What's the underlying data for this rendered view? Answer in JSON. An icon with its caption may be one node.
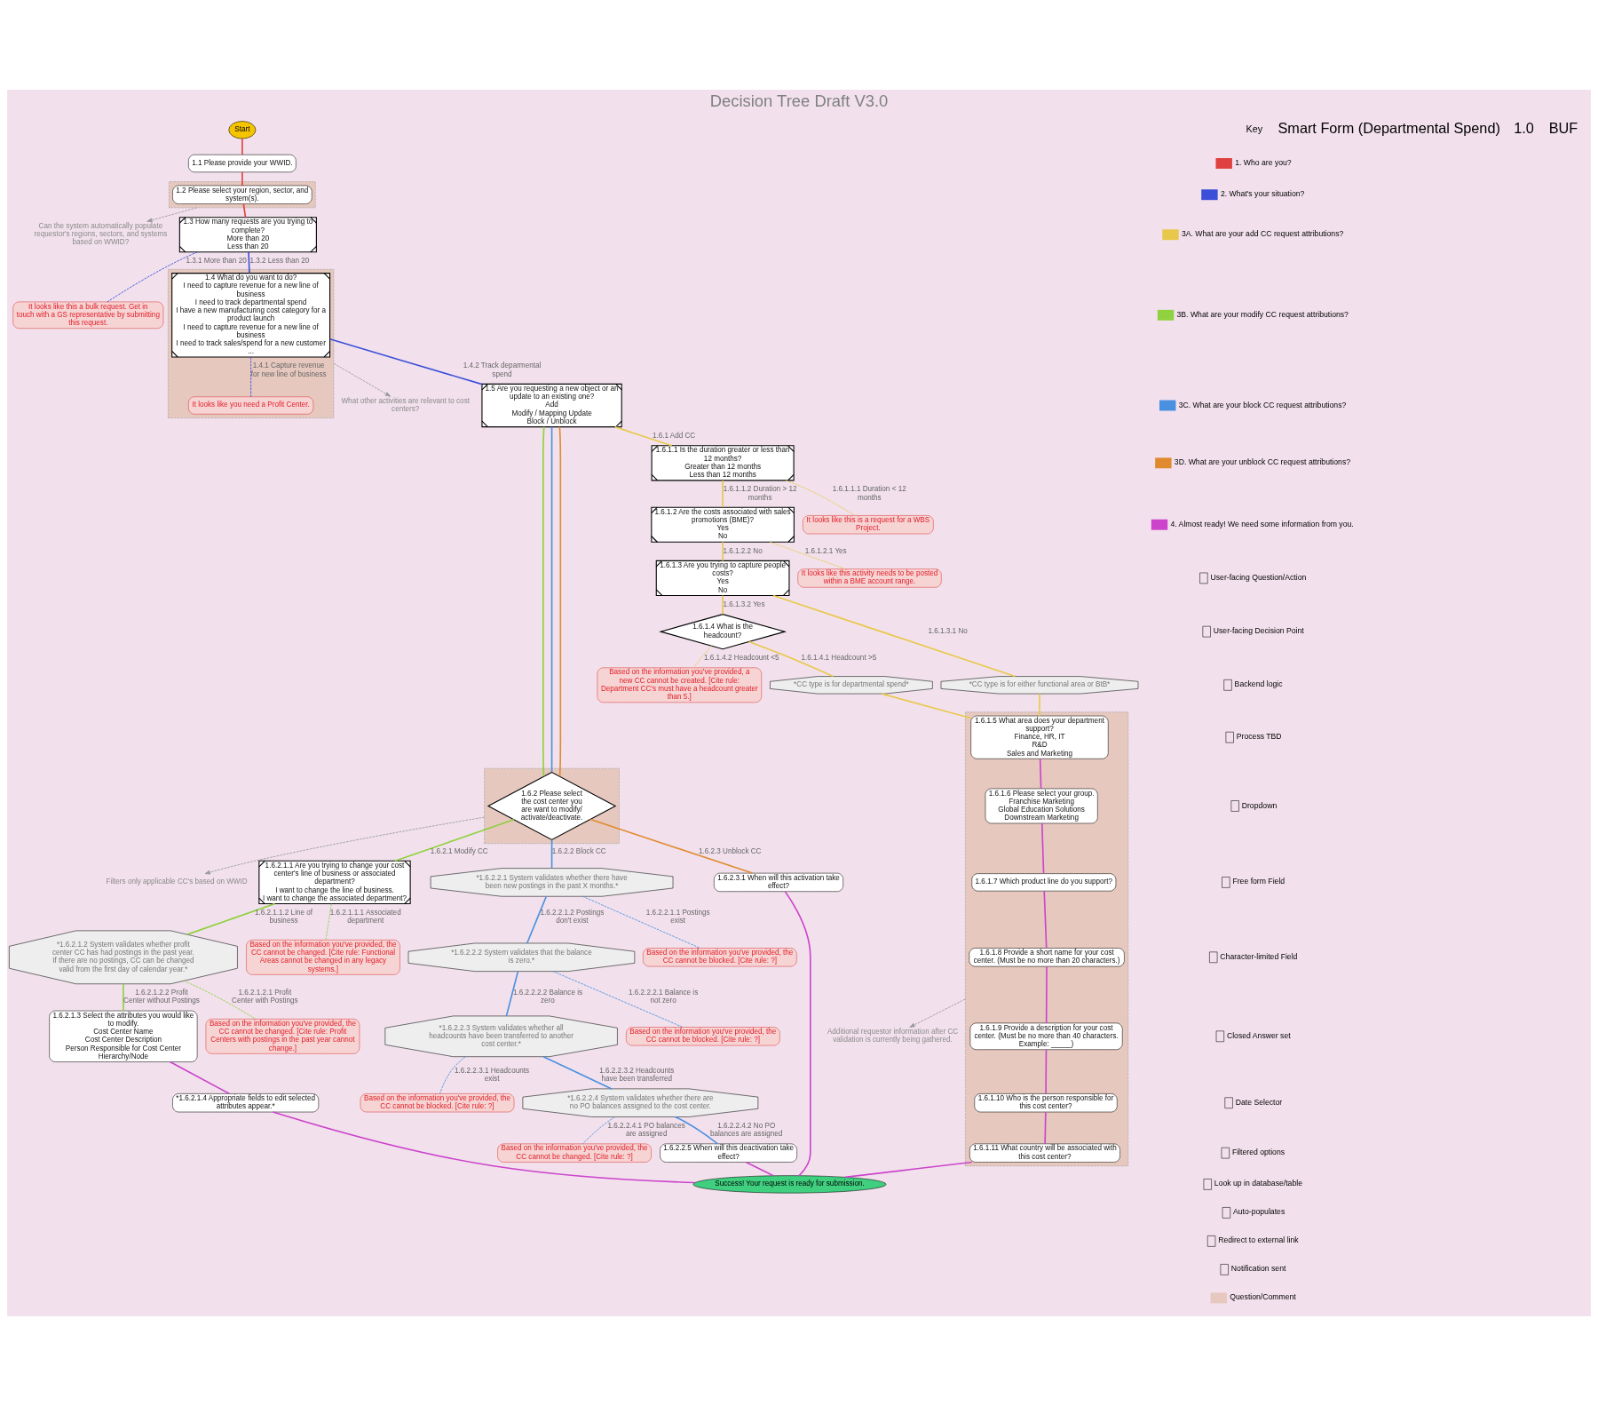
{
  "diagram": {
    "title": "Decision Tree Draft V3.0",
    "nodes": [
      {
        "text": [
          "Start"
        ]
      },
      {
        "text": [
          "1.1 Please provide your WWID."
        ]
      },
      {
        "text": [],
        "shape": "box"
      },
      {
        "text": [
          "1.2 Please select your region, sector, and system(s)."
        ],
        "in": 2
      },
      {
        "text": [
          "Can the system automatically populate requestor's regions, sectors, and systems based on WWID?"
        ]
      },
      {
        "text": [
          "1.3 How many requests are you trying to complete?",
          "More than 20",
          "Less than 20"
        ]
      },
      {
        "text": [
          "It looks like this a bulk request. Get in touch with a GS representative by submitting this request."
        ]
      },
      {
        "text": [],
        "shape": "box"
      },
      {
        "text": [
          "It looks like you need a Profit Center."
        ],
        "in": 7
      },
      {
        "text": [
          "1.4 What do you want to do?",
          "I need to capture revenue for a new line of business",
          "I need to track departmental spend",
          "I have a new manufacturing cost category for a product launch",
          "I need to capture revenue for a new line of business",
          "I need to track sales/spend for a new customer",
          "..."
        ],
        "in": 7
      },
      {
        "text": [
          "What other activities are relevant to cost centers?"
        ]
      },
      {
        "text": [
          "1.5 Are you requesting a new object or an update to an existing one?",
          "Add",
          "Modify / Mapping Update",
          "Block / Unblock"
        ]
      },
      {
        "text": [
          "Filters only applicable CC's based on WWID"
        ]
      },
      {
        "text": [],
        "shape": "box"
      },
      {
        "text": [
          "1.6.2 Please select the cost center you are want to modify/ activate/deactivate."
        ],
        "in": 13
      },
      {
        "text": [
          "1.6.1.1 Is the duration greater or less than 12 months?",
          "Greater than 12 months",
          "Less than 12 months"
        ]
      },
      {
        "text": [
          "It looks like this is a request for a WBS Project."
        ]
      },
      {
        "text": [
          "1.6.1.2 Are the costs associated with sales promotions (BME)?",
          "Yes",
          "No"
        ]
      },
      {
        "text": [
          "It looks like this activity needs to be posted within a BME account range."
        ]
      },
      {
        "text": [
          "1.6.1.3 Are you trying to capture people costs?",
          "Yes",
          "No"
        ]
      },
      {
        "text": [
          "*CC type is for either functional area or BtB*"
        ]
      },
      {
        "text": [
          "1.6.1.4 What is the headcount?"
        ]
      },
      {
        "text": [
          "*CC type is for departmental spend*"
        ]
      },
      {
        "text": [
          "Based on the information you've provided, a new CC cannot be created. [Cite rule: Department CC's must have a headcount greater than 5.]"
        ]
      },
      {
        "text": [],
        "shape": "box"
      },
      {
        "text": [
          "1.6.1.5 What area does your department support?",
          "Finance, HR, IT",
          "R&D",
          "Sales and Marketing"
        ],
        "in": 24
      },
      {
        "text": [
          "1.6.1.6 Please select your group.",
          "Franchise Marketing",
          "Global Education Solutions",
          "Downstream Marketing"
        ],
        "in": 24
      },
      {
        "text": [
          "1.6.1.7 Which product line do you support?"
        ],
        "in": 24
      },
      {
        "text": [
          "1.6.1.8 Provide a short name for your cost center. (Must be no more than 20 characters.)"
        ],
        "in": 24
      },
      {
        "text": [
          "1.6.1.9 Provide a description for your cost center. (Must be no more than 40 characters. Example: _____)"
        ],
        "in": 24
      },
      {
        "text": [
          "1.6.1.10 Who is the person responsible for this cost center?"
        ],
        "in": 24
      },
      {
        "text": [
          "1.6.1.11 What country will be associated with this cost center?"
        ],
        "in": 24
      },
      {
        "text": [
          "Additional requestor information after CC validation is currently being gathered."
        ]
      },
      {
        "text": [
          "1.6.2.1.1 Are you trying to change your cost center's line of business or associated department?",
          "I want to change the line of business.",
          "I want to change the associated department?"
        ]
      },
      {
        "text": [
          "Based on the information you've provided, the CC cannot be changed. [Cite rule: Functional Areas cannot be changed in any legacy systems.]"
        ]
      },
      {
        "text": [
          "*1.6.2.1.2 System validates whether profit center CC has had postings in the past year. If there are no postings, CC can be changed valid from the first day of calendar year.*"
        ]
      },
      {
        "text": [
          "Based on the information you've provided, the CC cannot be changed. [Cite rule: Profit Centers with postings in the past year cannot change.]"
        ]
      },
      {
        "text": [
          "1.6.2.1.3 Select the attributes you would like to modify.",
          "Cost Center Name",
          "Cost Center Description",
          "Person Responsible for Cost Center",
          "Hierarchy/Node"
        ]
      },
      {
        "text": [
          "*1.6.2.1.4 Appropriate fields to edit selected attributes appear.*"
        ]
      },
      {
        "text": [
          "*1.6.2.2.1 System validates whether there have been new postings in the past X months.*"
        ]
      },
      {
        "text": [
          "Based on the information you've provided, the CC cannot be blocked. [Cite rule: ?]"
        ]
      },
      {
        "text": [
          "*1.6.2.2.2 System validates that the balance is zero.*"
        ]
      },
      {
        "text": [
          "Based on the information you've provided, the CC cannot be blocked. [Cite rule: ?]"
        ]
      },
      {
        "text": [
          "*1.6.2.2.3 System validates whether all headcounts have been transferred to another cost center.*"
        ]
      },
      {
        "text": [
          "Based on the information you've provided, the CC cannot be blocked. [Cite rule: ?]"
        ]
      },
      {
        "text": [
          "*1.6.2.2.4 System validates whether there are no PO balances assigned to the cost center."
        ]
      },
      {
        "text": [
          "Based on the information you've provided, the CC cannot be changed. [Cite rule: ?]"
        ]
      },
      {
        "text": [
          "1.6.2.2.5 When will this deactivation take effect?"
        ]
      },
      {
        "text": [
          "1.6.2.3.1 When will this activation take effect?"
        ]
      },
      {
        "text": [
          "Success! Your request is ready for submission."
        ]
      }
    ],
    "edges": [
      {
        "from": 0,
        "to": 1,
        "arrow": "none",
        "color": "#e04040"
      },
      {
        "from": 1,
        "to": 3,
        "arrow": "none",
        "color": "#e04040"
      },
      {
        "from": 3,
        "to": 5,
        "arrow": "none",
        "color": "#e04040"
      },
      {
        "from": 2,
        "to": 4,
        "arrow": "to",
        "style": "dashed",
        "color": "#9a9a9a"
      },
      {
        "from": 5,
        "to": 6,
        "label": "1.3.1 More than 20",
        "arrow": "none",
        "style": "dashed",
        "color": "#3b4fd8"
      },
      {
        "from": 5,
        "to": 9,
        "label": "1.3.2 Less than 20",
        "arrow": "none",
        "color": "#3b4fd8"
      },
      {
        "from": 9,
        "to": 8,
        "label": "1.4.1 Capture revenue for new line of business",
        "arrow": "none",
        "style": "dashed",
        "color": "#3b4fd8"
      },
      {
        "from": 7,
        "to": 10,
        "arrow": "to",
        "style": "dashed",
        "color": "#9a9a9a"
      },
      {
        "from": 9,
        "to": 11,
        "label": "1.4.2 Track deparmental spend",
        "arrow": "none",
        "color": "#3b4fd8"
      },
      {
        "from": 11,
        "to": 15,
        "label": "1.6.1 Add CC",
        "arrow": "none",
        "color": "#e8c84a"
      },
      {
        "from": 11,
        "to": 14,
        "arrow": "none",
        "color": "#8fd13f"
      },
      {
        "from": 11,
        "to": 14,
        "arrow": "none",
        "color": "#4a90e0"
      },
      {
        "from": 11,
        "to": 14,
        "arrow": "none",
        "color": "#e08a30"
      },
      {
        "from": 13,
        "to": 12,
        "arrow": "to",
        "style": "dashed",
        "color": "#9a9a9a"
      },
      {
        "from": 15,
        "to": 16,
        "label": "1.6.1.1.1 Duration < 12 months",
        "arrow": "none",
        "style": "dashed",
        "color": "#e8c84a"
      },
      {
        "from": 15,
        "to": 17,
        "label": "1.6.1.1.2 Duration > 12 months",
        "arrow": "none",
        "color": "#e8c84a"
      },
      {
        "from": 17,
        "to": 18,
        "label": "1.6.1.2.1 Yes",
        "arrow": "none",
        "style": "dashed",
        "color": "#e8c84a"
      },
      {
        "from": 17,
        "to": 19,
        "label": "1.6.1.2.2 No",
        "arrow": "none",
        "color": "#e8c84a"
      },
      {
        "from": 19,
        "to": 20,
        "label": "1.6.1.3.1 No",
        "arrow": "none",
        "color": "#e8c84a"
      },
      {
        "from": 19,
        "to": 21,
        "label": "1.6.1.3.2 Yes",
        "arrow": "none",
        "color": "#e8c84a"
      },
      {
        "from": 21,
        "to": 22,
        "label": "1.6.1.4.1 Headcount >5",
        "arrow": "none",
        "color": "#e8c84a"
      },
      {
        "from": 21,
        "to": 23,
        "label": "1.6.1.4.2 Headcount <5",
        "arrow": "none",
        "style": "dashed",
        "color": "#e8c84a"
      },
      {
        "from": 20,
        "to": 25,
        "arrow": "none",
        "color": "#e8c84a"
      },
      {
        "from": 22,
        "to": 25,
        "arrow": "none",
        "color": "#e8c84a"
      },
      {
        "from": 25,
        "to": 26,
        "arrow": "none",
        "color": "#cc44cc"
      },
      {
        "from": 26,
        "to": 27,
        "arrow": "none",
        "color": "#cc44cc"
      },
      {
        "from": 27,
        "to": 28,
        "arrow": "none",
        "color": "#cc44cc"
      },
      {
        "from": 28,
        "to": 29,
        "arrow": "none",
        "color": "#cc44cc"
      },
      {
        "from": 29,
        "to": 30,
        "arrow": "none",
        "color": "#cc44cc"
      },
      {
        "from": 30,
        "to": 31,
        "arrow": "none",
        "color": "#cc44cc"
      },
      {
        "from": 24,
        "to": 32,
        "arrow": "to",
        "style": "dashed",
        "color": "#9a9a9a"
      },
      {
        "from": 14,
        "to": 33,
        "label": "1.6.2.1 Modify CC",
        "arrow": "none",
        "color": "#8fd13f"
      },
      {
        "from": 33,
        "to": 34,
        "label": "1.6.2.1.1.1 Associated department",
        "arrow": "none",
        "style": "dashed",
        "color": "#8fd13f"
      },
      {
        "from": 33,
        "to": 35,
        "label": "1.6.2.1.1.2 Line of business",
        "arrow": "none",
        "color": "#8fd13f"
      },
      {
        "from": 35,
        "to": 36,
        "label": "1.6.2.1.2.1 Profit Center with Postings",
        "arrow": "none",
        "style": "dashed",
        "color": "#8fd13f"
      },
      {
        "from": 35,
        "to": 37,
        "label": "1.6.2.1.2.2 Profit Center without Postings",
        "arrow": "none",
        "color": "#8fd13f"
      },
      {
        "from": 37,
        "to": 38,
        "arrow": "none",
        "color": "#cc44cc"
      },
      {
        "from": 14,
        "to": 39,
        "label": "1.6.2.2 Block CC",
        "arrow": "none",
        "color": "#4a90e0"
      },
      {
        "from": 39,
        "to": 40,
        "label": "1.6.2.2.1.1 Postings exist",
        "arrow": "none",
        "style": "dashed",
        "color": "#4a90e0"
      },
      {
        "from": 39,
        "to": 41,
        "label": "1.6.2.2.1.2 Postings don't exist",
        "arrow": "none",
        "color": "#4a90e0"
      },
      {
        "from": 41,
        "to": 42,
        "label": "1.6.2.2.2.1 Balance is not zero",
        "arrow": "none",
        "style": "dashed",
        "color": "#4a90e0"
      },
      {
        "from": 41,
        "to": 43,
        "label": "1.6.2.2.2.2 Balance is zero",
        "arrow": "none",
        "color": "#4a90e0"
      },
      {
        "from": 43,
        "to": 44,
        "label": "1.6.2.2.3.1 Headcounts exist",
        "arrow": "none",
        "style": "dashed",
        "color": "#4a90e0"
      },
      {
        "from": 43,
        "to": 45,
        "label": "1.6.2.2.3.2 Headcounts have been transferred",
        "arrow": "none",
        "color": "#4a90e0"
      },
      {
        "from": 45,
        "to": 46,
        "label": "1.6.2.2.4.1 PO balances are assigned",
        "arrow": "none",
        "style": "dashed",
        "color": "#4a90e0"
      },
      {
        "from": 45,
        "to": 47,
        "label": "1.6.2.2.4.2 No PO balances are assigned",
        "arrow": "none",
        "color": "#4a90e0"
      },
      {
        "from": 14,
        "to": 48,
        "label": "1.6.2.3 Unblock CC",
        "arrow": "none",
        "color": "#e08a30"
      },
      {
        "from": 31,
        "to": 49,
        "arrow": "none",
        "color": "#cc44cc"
      },
      {
        "from": 38,
        "to": 49,
        "arrow": "none",
        "color": "#cc44cc"
      },
      {
        "from": 47,
        "to": 49,
        "arrow": "none",
        "color": "#cc44cc"
      },
      {
        "from": 48,
        "to": 49,
        "arrow": "none",
        "color": "#cc44cc"
      }
    ],
    "labels": [
      "BUF",
      "1.0",
      "Smart Form (Departmental Spend)",
      "Key"
    ],
    "legend": [
      {
        "text": "1. Who are you?",
        "color": "#e04040"
      },
      {
        "text": "2. What's your situation?",
        "color": "#3b4fd8"
      },
      {
        "text": "3A. What are your add CC request attributions?",
        "color": "#e8c84a"
      },
      {
        "text": "3B. What are your modify CC request attributions?",
        "color": "#8fd13f"
      },
      {
        "text": "3C. What are your block CC request attributions?",
        "color": "#4a90e0"
      },
      {
        "text": "3D. What are your unblock CC request attributions?",
        "color": "#e08a30"
      },
      {
        "text": "4. Almost ready! We need some information from you.",
        "color": "#cc44cc"
      },
      {
        "text": "User-facing Question/Action"
      },
      {
        "text": "User-facing Decision Point"
      },
      {
        "text": "Backend logic"
      },
      {
        "text": "Process TBD"
      },
      {
        "text": "Dropdown"
      },
      {
        "text": "Free form Field"
      },
      {
        "text": "Character-limited Field"
      },
      {
        "text": "Closed Answer set"
      },
      {
        "text": "Date Selector"
      },
      {
        "text": "Filtered options"
      },
      {
        "text": "Look up in database/table"
      },
      {
        "text": "Auto-populates"
      },
      {
        "text": "Redirect to external link"
      },
      {
        "text": "Notification sent"
      },
      {
        "text": "Question/Comment",
        "color": "#e6c8be"
      }
    ]
  }
}
